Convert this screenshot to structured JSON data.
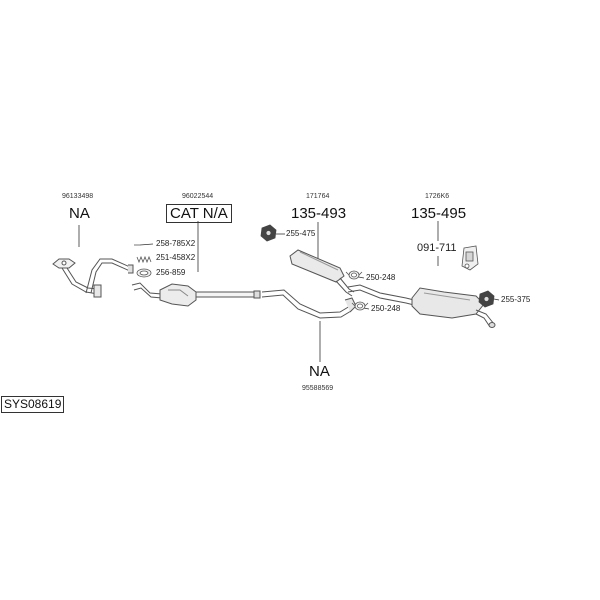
{
  "diagram": {
    "system_id": "SYS08619",
    "groups": [
      {
        "ref": "96133498",
        "label": "NA"
      },
      {
        "ref": "96022544",
        "label": "CAT N/A"
      },
      {
        "ref": "171764",
        "label": "135-493"
      },
      {
        "ref": "1726K6",
        "label": "135-495"
      },
      {
        "ref": "95588569",
        "label": "NA"
      }
    ],
    "parts": {
      "p1": "258-785X2",
      "p2": "251-458X2",
      "p3": "256-859",
      "p4": "255-475",
      "p5": "250-248",
      "p6": "250-248",
      "p7": "091-711",
      "p8": "255-375"
    }
  }
}
